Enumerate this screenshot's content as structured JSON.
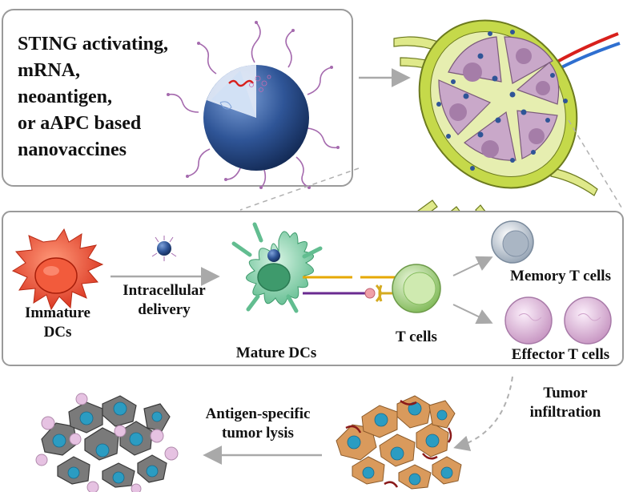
{
  "top_box": {
    "lines": [
      "STING activating,",
      "mRNA,",
      "neoantigen,",
      "or aAPC based",
      "nanovaccines"
    ]
  },
  "labels": {
    "immature": [
      "Immature",
      "DCs"
    ],
    "delivery": [
      "Intracellular",
      "delivery"
    ],
    "mature": "Mature DCs",
    "tcells": "T cells",
    "memory": "Memory T cells",
    "effector": "Effector T cells",
    "infiltration": [
      "Tumor",
      "infiltration"
    ],
    "lysis": [
      "Antigen-specific",
      "tumor lysis"
    ]
  },
  "colors": {
    "box_border": "#9a9a9a",
    "arrow": "#a9a9a9",
    "nanoparticle": "#2f5597",
    "immature_dc": "#e8452c",
    "mature_dc": "#8ed3b0",
    "t_cell": "#a9d18e",
    "memory_t": "#c9d3de",
    "effector_t": "#e6c2e2",
    "lymph_outer": "#c5d94a",
    "lymph_inner": "#c9a8c9"
  }
}
